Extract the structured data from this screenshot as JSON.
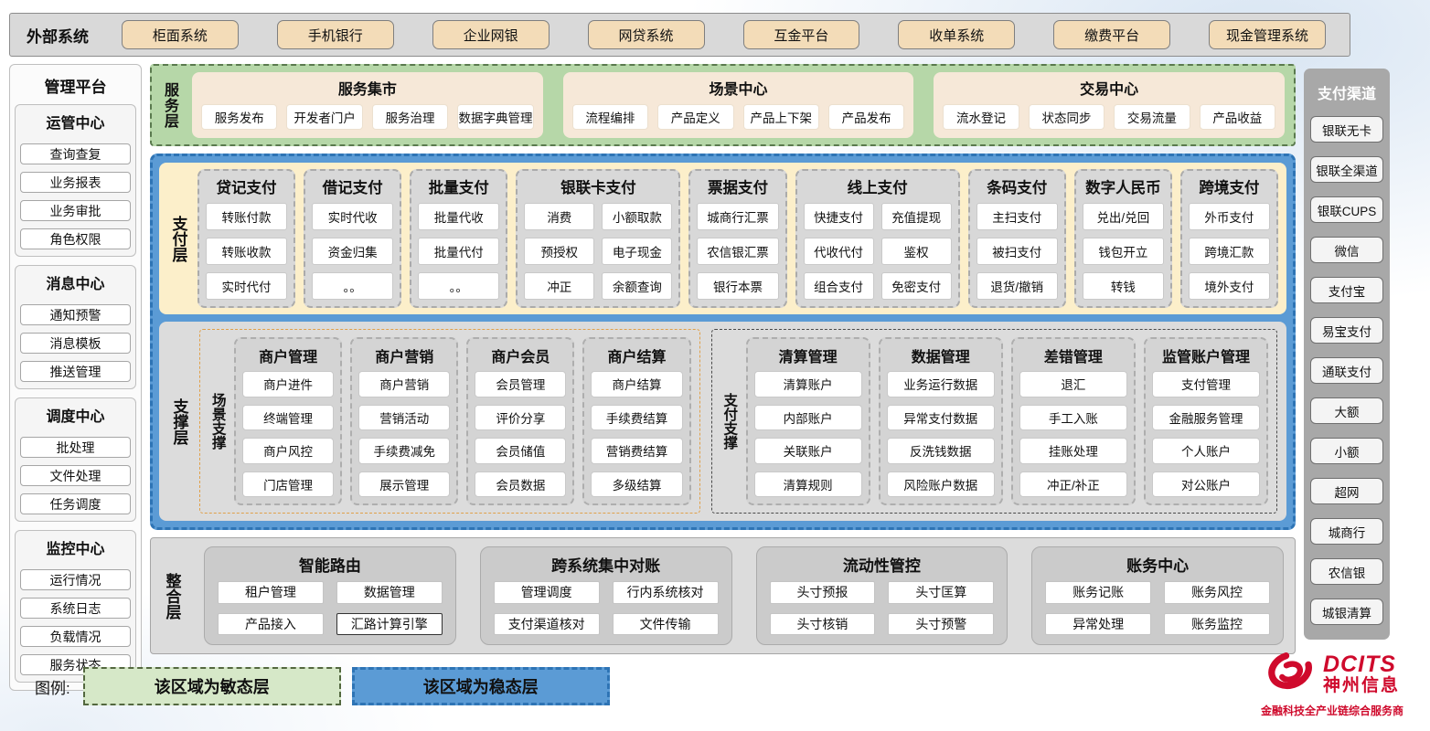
{
  "top_bar": {
    "title": "外部系统",
    "systems": [
      "柜面系统",
      "手机银行",
      "企业网银",
      "网贷系统",
      "互金平台",
      "收单系统",
      "缴费平台",
      "现金管理系统"
    ]
  },
  "left_sidebar": {
    "title": "管理平台",
    "groups": [
      {
        "title": "运管中心",
        "items": [
          "查询查复",
          "业务报表",
          "业务审批",
          "角色权限"
        ]
      },
      {
        "title": "消息中心",
        "items": [
          "通知预警",
          "消息模板",
          "推送管理"
        ]
      },
      {
        "title": "调度中心",
        "items": [
          "批处理",
          "文件处理",
          "任务调度"
        ]
      },
      {
        "title": "监控中心",
        "items": [
          "运行情况",
          "系统日志",
          "负载情况",
          "服务状态"
        ]
      }
    ]
  },
  "service_layer": {
    "label": "服务层",
    "cards": [
      {
        "title": "服务集市",
        "items": [
          "服务发布",
          "开发者门户",
          "服务治理",
          "数据字典管理"
        ]
      },
      {
        "title": "场景中心",
        "items": [
          "流程编排",
          "产品定义",
          "产品上下架",
          "产品发布"
        ]
      },
      {
        "title": "交易中心",
        "items": [
          "流水登记",
          "状态同步",
          "交易流量",
          "产品收益"
        ]
      }
    ]
  },
  "payment_layer": {
    "label": "支付层",
    "columns": [
      {
        "title": "贷记支付",
        "variant": "single",
        "items": [
          "转账付款",
          "转账收款",
          "实时代付"
        ]
      },
      {
        "title": "借记支付",
        "variant": "single",
        "items": [
          "实时代收",
          "资金归集",
          "。。"
        ]
      },
      {
        "title": "批量支付",
        "variant": "single",
        "items": [
          "批量代收",
          "批量代付",
          "。。"
        ]
      },
      {
        "title": "银联卡支付",
        "variant": "double",
        "items": [
          "消费",
          "小额取款",
          "预授权",
          "电子现金",
          "冲正",
          "余额查询"
        ]
      },
      {
        "title": "票据支付",
        "variant": "single",
        "items": [
          "城商行汇票",
          "农信银汇票",
          "银行本票"
        ]
      },
      {
        "title": "线上支付",
        "variant": "double",
        "items": [
          "快捷支付",
          "充值提现",
          "代收代付",
          "鉴权",
          "组合支付",
          "免密支付"
        ]
      },
      {
        "title": "条码支付",
        "variant": "single",
        "items": [
          "主扫支付",
          "被扫支付",
          "退货/撤销"
        ]
      },
      {
        "title": "数字人民币",
        "variant": "single",
        "items": [
          "兑出/兑回",
          "钱包开立",
          "转钱"
        ]
      },
      {
        "title": "跨境支付",
        "variant": "single",
        "items": [
          "外币支付",
          "跨境汇款",
          "境外支付"
        ]
      }
    ]
  },
  "support_layer": {
    "label": "支撑层",
    "groups": [
      {
        "label": "场景支撑",
        "variant": "scene",
        "columns": [
          {
            "title": "商户管理",
            "items": [
              "商户进件",
              "终端管理",
              "商户风控",
              "门店管理"
            ]
          },
          {
            "title": "商户营销",
            "items": [
              "商户营销",
              "营销活动",
              "手续费减免",
              "展示管理"
            ]
          },
          {
            "title": "商户会员",
            "items": [
              "会员管理",
              "评价分享",
              "会员储值",
              "会员数据"
            ]
          },
          {
            "title": "商户结算",
            "items": [
              "商户结算",
              "手续费结算",
              "营销费结算",
              "多级结算"
            ]
          }
        ]
      },
      {
        "label": "支付支撑",
        "variant": "pay",
        "columns": [
          {
            "title": "清算管理",
            "items": [
              "清算账户",
              "内部账户",
              "关联账户",
              "清算规则"
            ]
          },
          {
            "title": "数据管理",
            "items": [
              "业务运行数据",
              "异常支付数据",
              "反洗钱数据",
              "风险账户数据"
            ]
          },
          {
            "title": "差错管理",
            "items": [
              "退汇",
              "手工入账",
              "挂账处理",
              "冲正/补正"
            ]
          },
          {
            "title": "监管账户管理",
            "items": [
              "支付管理",
              "金融服务管理",
              "个人账户",
              "对公账户"
            ]
          }
        ]
      }
    ]
  },
  "integration_layer": {
    "label": "整合层",
    "cards": [
      {
        "title": "智能路由",
        "items": [
          {
            "label": "租户管理"
          },
          {
            "label": "数据管理"
          },
          {
            "label": "产品接入"
          },
          {
            "label": "汇路计算引擎",
            "variant": "emph"
          }
        ]
      },
      {
        "title": "跨系统集中对账",
        "items": [
          {
            "label": "管理调度"
          },
          {
            "label": "行内系统核对"
          },
          {
            "label": "支付渠道核对"
          },
          {
            "label": "文件传输"
          }
        ]
      },
      {
        "title": "流动性管控",
        "items": [
          {
            "label": "头寸预报"
          },
          {
            "label": "头寸匡算"
          },
          {
            "label": "头寸核销"
          },
          {
            "label": "头寸预警"
          }
        ]
      },
      {
        "title": "账务中心",
        "items": [
          {
            "label": "账务记账"
          },
          {
            "label": "账务风控"
          },
          {
            "label": "异常处理"
          },
          {
            "label": "账务监控"
          }
        ]
      }
    ]
  },
  "right_sidebar": {
    "title": "支付渠道",
    "channels": [
      "银联无卡",
      "银联全渠道",
      "银联CUPS",
      "微信",
      "支付宝",
      "易宝支付",
      "通联支付",
      "大额",
      "小额",
      "超网",
      "城商行",
      "农信银",
      "城银清算"
    ]
  },
  "legend": {
    "label": "图例:",
    "items": [
      {
        "label": "该区域为敏态层",
        "variant": "agile"
      },
      {
        "label": "该区域为稳态层",
        "variant": "stable"
      }
    ]
  },
  "brand": {
    "en": "DCITS",
    "cn": "神州信息",
    "tagline": "金融科技全产业链综合服务商",
    "accent_color": "#cf0a2c"
  },
  "colors": {
    "agile_green": "#b6d7a8",
    "stable_blue": "#5b9bd5",
    "stable_border": "#2e74b5",
    "payment_cream": "#fcefca",
    "card_tan": "#f6e8d8",
    "external_tan": "#f3dcb8",
    "gray_band": "#d9d9d9"
  }
}
